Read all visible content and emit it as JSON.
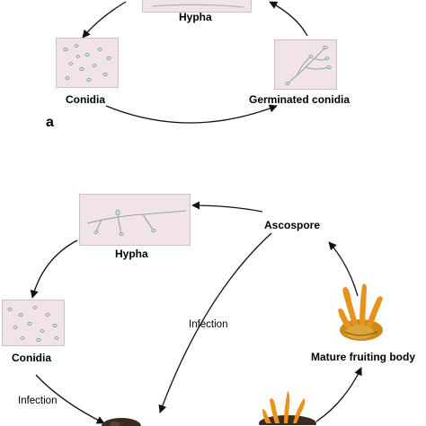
{
  "panel_a": {
    "panel_letter": "a",
    "stages": {
      "hypha": "Hypha",
      "conidia": "Conidia",
      "germinated_conidia": "Germinated conidia"
    }
  },
  "panel_b": {
    "stages": {
      "ascospore": "Ascospore",
      "hypha": "Hypha",
      "conidia": "Conidia",
      "mature_fruiting_body": "Mature fruiting body"
    },
    "edge_labels": {
      "infection_upper": "Infection",
      "infection_lower": "Infection"
    }
  },
  "colors": {
    "micrograph_bg": "#f1e3e6",
    "arrow": "#111111",
    "fruiting_body": "#e8921c",
    "larva": "#3b2a22"
  }
}
